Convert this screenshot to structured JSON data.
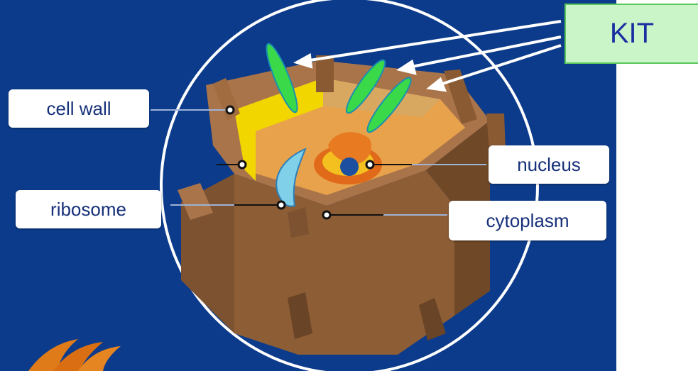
{
  "labels": {
    "cell_wall": "cell wall",
    "ribosome": "ribosome",
    "nucleus": "nucleus",
    "cytoplasm": "cytoplasm",
    "kit": "KIT"
  },
  "colors": {
    "background": "#0b3b8a",
    "kit_fill": "#c9f5c9",
    "kit_border": "#5cc75c",
    "kit_text": "#1a2fa0",
    "label_text": "#16307a",
    "wall_brown": "#9a6a3f",
    "membrane_yellow": "#f2d600",
    "cytoplasm_orange": "#e8a24c",
    "highlight_green": "#39d94a"
  }
}
